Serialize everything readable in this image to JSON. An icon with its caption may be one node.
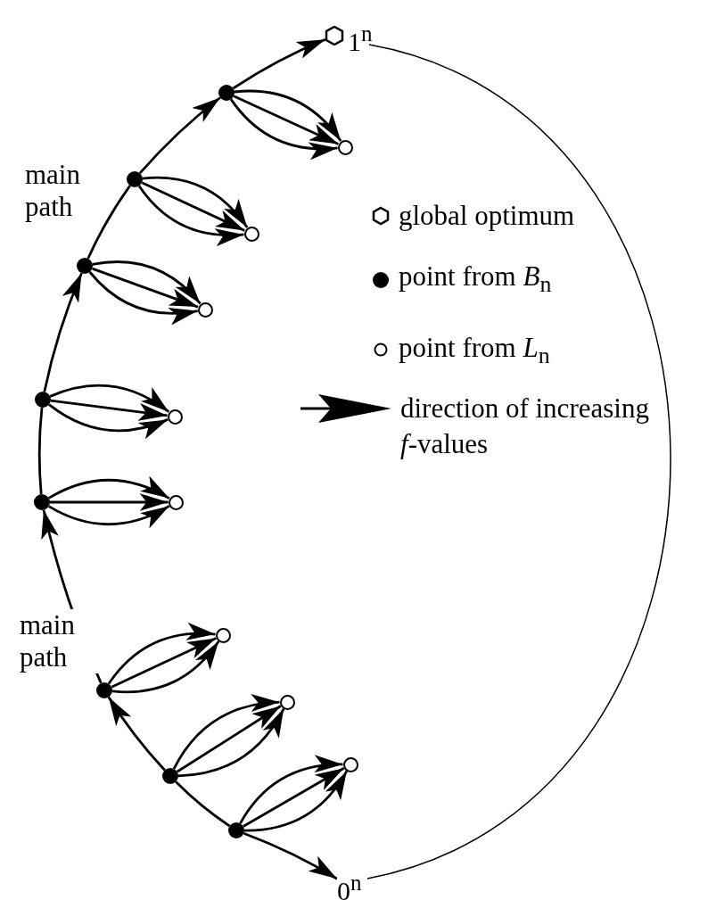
{
  "diagram": {
    "nodes": [
      {
        "text": [],
        "shape": "hexagon",
        "beside": [
          "1$^{n}$"
        ]
      },
      {
        "text": [],
        "shape": "dot"
      },
      {
        "text": [],
        "shape": "circle"
      },
      {
        "text": [],
        "shape": "dot"
      },
      {
        "text": [],
        "shape": "circle"
      },
      {
        "text": [],
        "shape": "dot"
      },
      {
        "text": [],
        "shape": "circle"
      },
      {
        "text": [],
        "shape": "dot"
      },
      {
        "text": [],
        "shape": "circle"
      },
      {
        "text": [],
        "shape": "dot"
      },
      {
        "text": [],
        "shape": "circle"
      },
      {
        "text": [],
        "shape": "circle"
      },
      {
        "text": [],
        "shape": "dot"
      },
      {
        "text": [],
        "shape": "circle"
      },
      {
        "text": [],
        "shape": "circle"
      },
      {
        "text": [],
        "shape": "dot"
      },
      {
        "text": [],
        "shape": "dot"
      },
      {
        "text": [
          "0$^{n}$"
        ]
      }
    ],
    "edges": [
      {
        "from": 16,
        "to": 17,
        "arrow": "to"
      },
      {
        "from": 16,
        "to": 15,
        "arrow": "none"
      },
      {
        "from": 15,
        "to": 12,
        "arrow": "to"
      },
      {
        "from": 12,
        "to": 9,
        "arrow": "to"
      },
      {
        "from": 9,
        "to": 7,
        "arrow": "none"
      },
      {
        "from": 7,
        "to": 5,
        "arrow": "to"
      },
      {
        "from": 5,
        "to": 3,
        "arrow": "none"
      },
      {
        "from": 3,
        "to": 1,
        "arrow": "to"
      },
      {
        "from": 1,
        "to": 0,
        "arrow": "to"
      },
      {
        "from": 1,
        "to": 2,
        "arrow": "to"
      },
      {
        "from": 1,
        "to": 2,
        "arrow": "to"
      },
      {
        "from": 1,
        "to": 2,
        "arrow": "to"
      },
      {
        "from": 3,
        "to": 4,
        "arrow": "to"
      },
      {
        "from": 3,
        "to": 4,
        "arrow": "to"
      },
      {
        "from": 3,
        "to": 4,
        "arrow": "to"
      },
      {
        "from": 5,
        "to": 6,
        "arrow": "to"
      },
      {
        "from": 5,
        "to": 6,
        "arrow": "to"
      },
      {
        "from": 5,
        "to": 6,
        "arrow": "to"
      },
      {
        "from": 7,
        "to": 8,
        "arrow": "to"
      },
      {
        "from": 7,
        "to": 8,
        "arrow": "to"
      },
      {
        "from": 7,
        "to": 8,
        "arrow": "to"
      },
      {
        "from": 9,
        "to": 10,
        "arrow": "to"
      },
      {
        "from": 9,
        "to": 10,
        "arrow": "to"
      },
      {
        "from": 9,
        "to": 10,
        "arrow": "to"
      },
      {
        "from": 12,
        "to": 11,
        "arrow": "to"
      },
      {
        "from": 12,
        "to": 11,
        "arrow": "to"
      },
      {
        "from": 12,
        "to": 11,
        "arrow": "to"
      },
      {
        "from": 15,
        "to": 13,
        "arrow": "to"
      },
      {
        "from": 15,
        "to": 13,
        "arrow": "to"
      },
      {
        "from": 15,
        "to": 13,
        "arrow": "to"
      },
      {
        "from": 16,
        "to": 14,
        "arrow": "to"
      },
      {
        "from": 16,
        "to": 14,
        "arrow": "to"
      },
      {
        "from": 16,
        "to": 14,
        "arrow": "to"
      }
    ],
    "labels": [
      "main path",
      "main path"
    ],
    "legend": [
      {
        "text": "global optimum"
      },
      {
        "text": "point from *B*$_{n}$"
      },
      {
        "text": "point from *L*$_{n}$"
      },
      {
        "text": "direction of increasing *f*-values"
      }
    ]
  }
}
